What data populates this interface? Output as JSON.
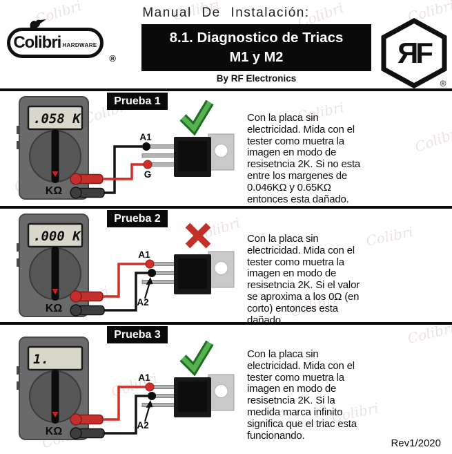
{
  "header": {
    "manual_title": "Manual De Instalación:",
    "colibri_logo": {
      "brand": "Colibri",
      "suffix": "HARDWARE",
      "registered": "®"
    },
    "title_box": {
      "line1": "8.1. Diagnostico de Triacs",
      "line2": "M1 y M2"
    },
    "byline": "By RF Electronics",
    "rf_logo": {
      "letters": "ЯF",
      "registered": "®"
    }
  },
  "sections": [
    {
      "label": "Prueba 1",
      "meter": {
        "display": ".058 K",
        "unit": "KΩ"
      },
      "pins": {
        "first": "A1",
        "second": "G"
      },
      "result": "pass",
      "description": "Con la placa sin\nelectricidad. Mida con el\ntester como muetra la\nimagen en modo de\nresisetncia 2K. Si no esta\nentre los margenes de\n0.046KΩ y  0.65KΩ\nentonces esta dañado."
    },
    {
      "label": "Prueba 2",
      "meter": {
        "display": ".000 K",
        "unit": "KΩ"
      },
      "pins": {
        "first": "A1",
        "second": "A2"
      },
      "result": "fail",
      "description": "Con la placa sin\nelectricidad. Mida con el\ntester como muetra la\nimagen en modo de\nresisetncia 2K. Si el valor\nse aproxima a los 0Ω  (en\ncorto) entonces esta\ndañado."
    },
    {
      "label": "Prueba 3",
      "meter": {
        "display": "1.",
        "unit": "KΩ"
      },
      "pins": {
        "first": "A1",
        "second": "A2"
      },
      "result": "pass",
      "description": "Con la placa sin\nelectricidad. Mida con el\ntester como muetra la\nimagen en modo de\nresisetncia 2K. Si la\nmedida marca infinito\nsignifica que el triac esta\nfuncionando."
    }
  ],
  "watermark": {
    "text": "Colibri"
  },
  "footer": {
    "revision": "Rev1/2020"
  },
  "colors": {
    "wire_red": "#d12f2a",
    "wire_black": "#141414",
    "check_green": "#56b14e",
    "cross_red": "#c23128",
    "lcd_background": "#d9d6ca",
    "meter_body": "#6a6a6a",
    "header_box": "#0a0a0a"
  }
}
